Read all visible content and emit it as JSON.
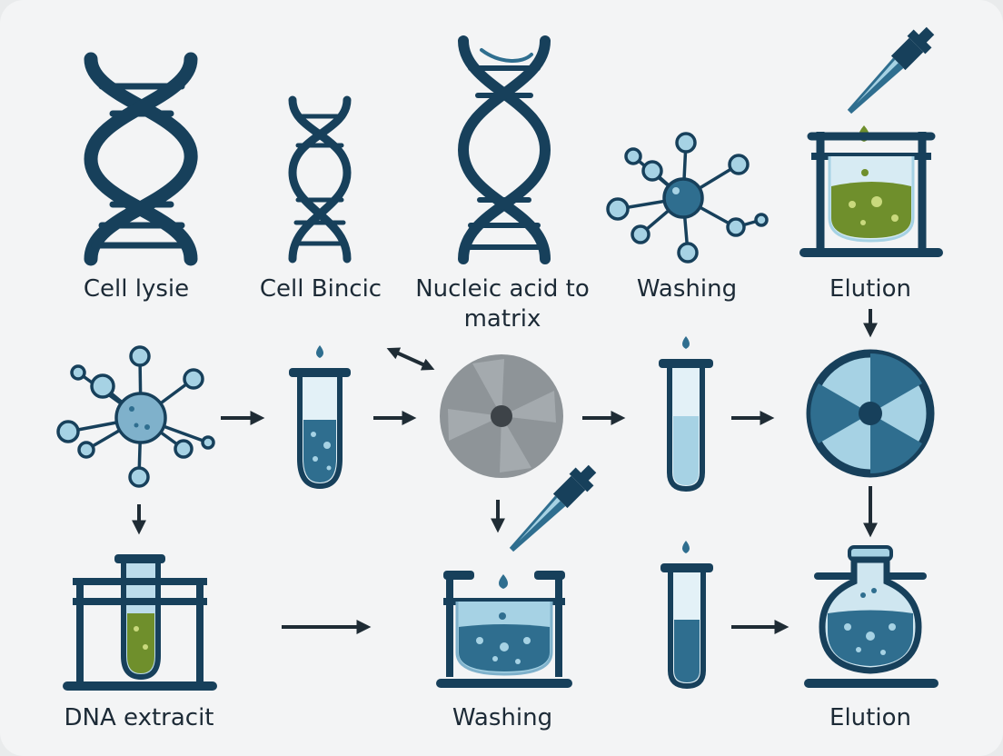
{
  "colors": {
    "navy": "#17405b",
    "blue": "#2f6e8f",
    "light": "#a6d2e4",
    "green": "#6f8f2c",
    "gray": "#8e9498",
    "dark": "#1f2c35"
  },
  "icons": [
    "dna-helix-icon",
    "molecule-icon",
    "pipette-icon",
    "test-tube-icon",
    "beaker-stand-icon",
    "centrifuge-rotor-icon",
    "flask-icon",
    "arrow-icon"
  ],
  "labels": {
    "step1": "Cell lysie",
    "step2": "Cell Bincic",
    "step3": "Nucleic acid to matrix",
    "step4": "Washing",
    "step5": "Elution",
    "bottom1": "DNA extracit",
    "bottom2": "Washing",
    "bottom3": "Elution"
  }
}
